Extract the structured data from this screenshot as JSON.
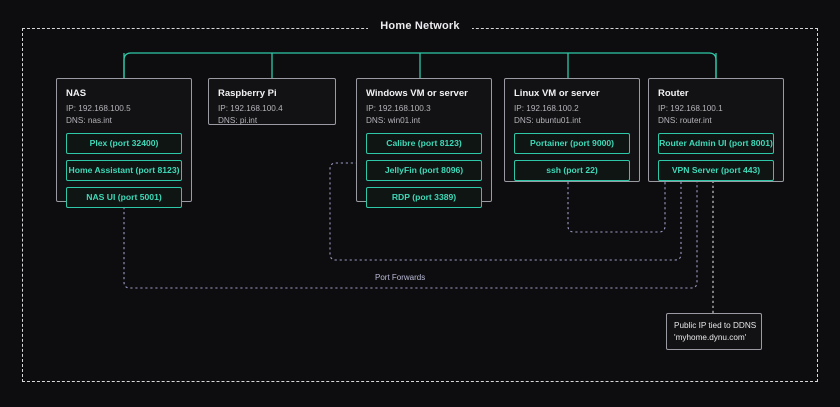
{
  "diagram": {
    "title": "Home Network",
    "port_forwards_label": "Port Forwards",
    "accent_color": "#2ec8a8",
    "boundary_color": "#d8d8dc",
    "background_color": "#0d0d0f",
    "dashed_link_color": "#9a9ac4"
  },
  "hosts": [
    {
      "id": "nas",
      "title": "NAS",
      "ip": "IP: 192.168.100.5",
      "dns": "DNS: nas.int",
      "services": [
        "Plex (port 32400)",
        "Home Assistant (port 8123)",
        "NAS UI (port 5001)"
      ]
    },
    {
      "id": "raspberry-pi",
      "title": "Raspberry Pi",
      "ip": "IP: 192.168.100.4",
      "dns": "DNS: pi.int",
      "services": []
    },
    {
      "id": "windows-vm",
      "title": "Windows VM or server",
      "ip": "IP: 192.168.100.3",
      "dns": "DNS: win01.int",
      "services": [
        "Calibre (port 8123)",
        "JellyFin (port 8096)",
        "RDP (port 3389)"
      ]
    },
    {
      "id": "linux-vm",
      "title": "Linux VM or server",
      "ip": "IP: 192.168.100.2",
      "dns": "DNS: ubuntu01.int",
      "services": [
        "Portainer (port 9000)",
        "ssh (port 22)"
      ]
    },
    {
      "id": "router",
      "title": "Router",
      "ip": "IP: 192.168.100.1",
      "dns": "DNS: router.int",
      "services": [
        "Router Admin UI (port 8001)",
        "VPN Server (port 443)"
      ]
    }
  ],
  "ddns": {
    "line1": "Public IP tied to DDNS",
    "line2": "'myhome.dynu.com'"
  }
}
